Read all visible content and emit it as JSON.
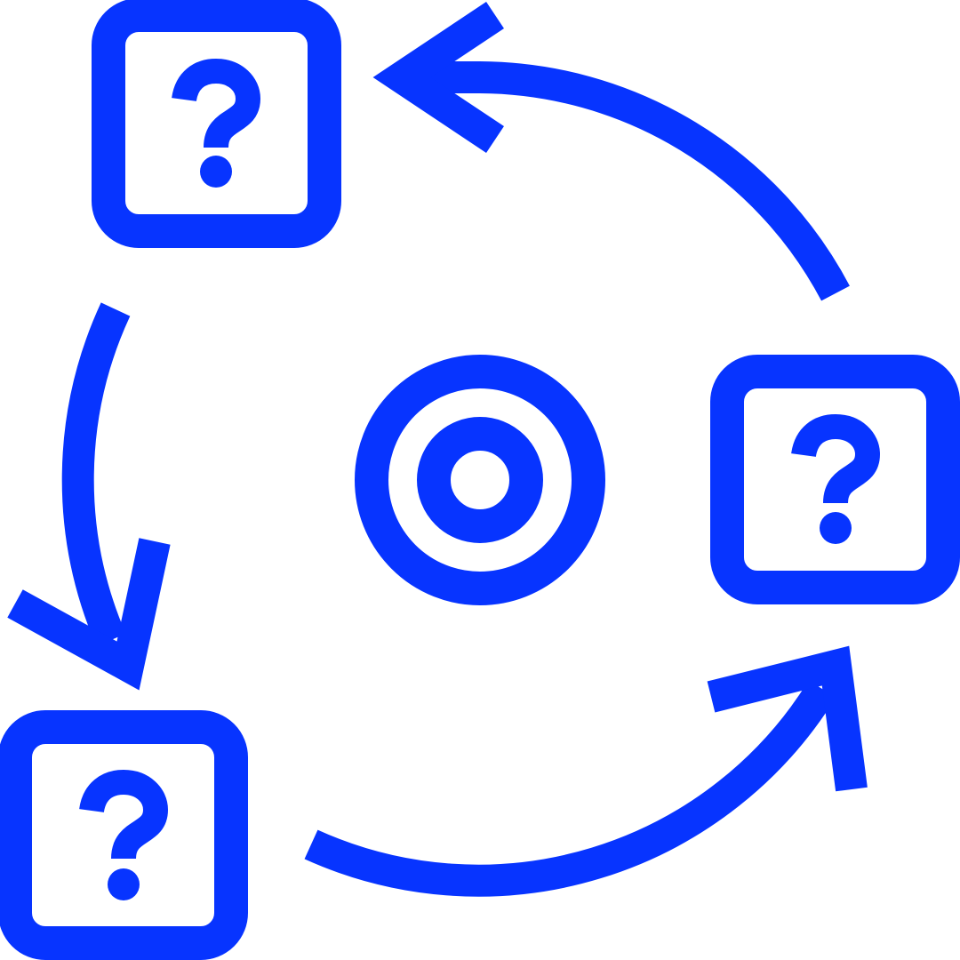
{
  "diagram": {
    "type": "cycle",
    "accent_color": "#0734ff",
    "background_color": "#ffffff",
    "center_icon": "target-icon",
    "nodes": [
      {
        "id": "top-left",
        "icon": "question-mark-icon"
      },
      {
        "id": "right",
        "icon": "question-mark-icon"
      },
      {
        "id": "bottom-left",
        "icon": "question-mark-icon"
      }
    ],
    "arrows": [
      {
        "from": "right",
        "to": "top-left",
        "icon": "curved-arrow-icon"
      },
      {
        "from": "top-left",
        "to": "bottom-left",
        "icon": "curved-arrow-icon"
      },
      {
        "from": "bottom-left",
        "to": "right",
        "icon": "curved-arrow-icon"
      }
    ]
  }
}
